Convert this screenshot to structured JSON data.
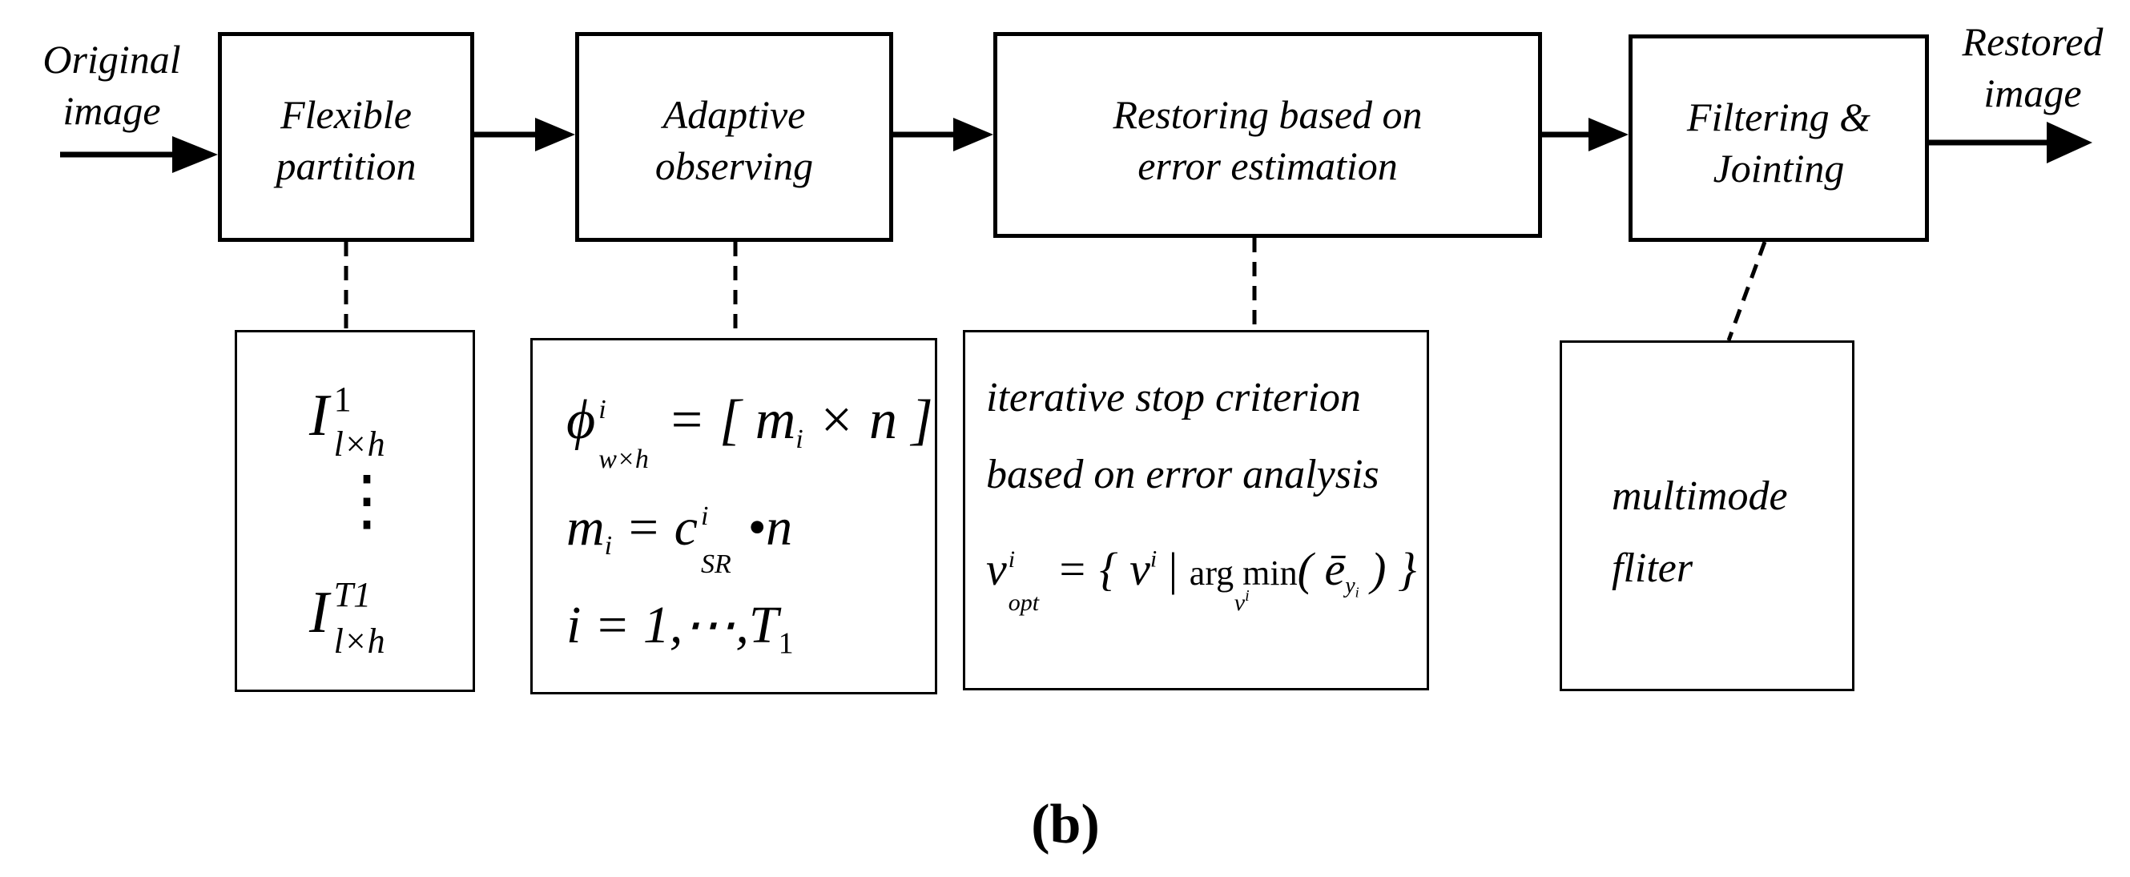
{
  "colors": {
    "stroke": "#000000",
    "background": "#ffffff"
  },
  "input_label": [
    "Original",
    "image"
  ],
  "output_label": [
    "Restored",
    "image"
  ],
  "stages": [
    {
      "title": [
        "Flexible",
        "partition"
      ]
    },
    {
      "title": [
        "Adaptive",
        "observing"
      ]
    },
    {
      "title": [
        "Restoring based on",
        "error estimation"
      ]
    },
    {
      "title": [
        "Filtering &",
        "Jointing"
      ]
    }
  ],
  "details": {
    "partition": {
      "first_symbol": "I",
      "first_subscript": "l×h",
      "first_superscript": "1",
      "ellipsis": "⋮",
      "last_symbol": "I",
      "last_subscript": "l×h",
      "last_superscript": "T1"
    },
    "observing": {
      "eq1_lhs": "ϕ",
      "eq1_sup": "i",
      "eq1_sub": "w×h",
      "eq1_rhs": "= [ m",
      "eq1_rhs_sub": "i",
      "eq1_rhs_tail": " × n ]",
      "eq2_lhs": "m",
      "eq2_lhs_sub": "i",
      "eq2_mid": " = c",
      "eq2_mid_sup": "i",
      "eq2_mid_sub": "SR",
      "eq2_tail": "•n",
      "eq3": "i = 1,⋯,T",
      "eq3_sub": "1"
    },
    "restoring": {
      "line1": "iterative stop criterion",
      "line2": "based on error analysis",
      "eq_lhs": "v",
      "eq_lhs_sup": "i",
      "eq_lhs_sub": "opt",
      "eq_rhs_open": "= { v",
      "eq_rhs_sup": "i",
      "eq_rhs_bar": " | ",
      "eq_argmin": "arg min",
      "eq_argmin_under": "v",
      "eq_argmin_under_sup": "i",
      "eq_paren": "( ē",
      "eq_paren_sub": "y",
      "eq_paren_sub_sub": "i",
      "eq_close": " ) }"
    },
    "filtering": {
      "line1": "multimode",
      "line2": "fliter"
    }
  },
  "caption": "(b)"
}
